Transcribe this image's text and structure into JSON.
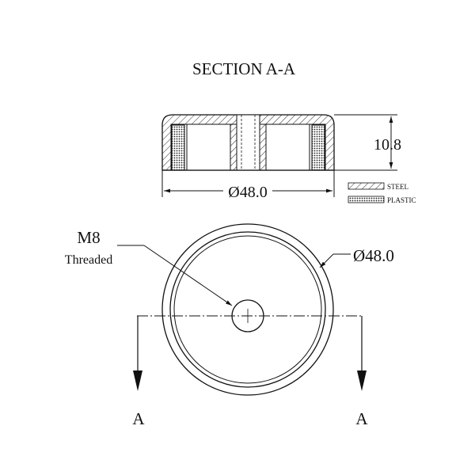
{
  "title": "SECTION A-A",
  "dimensions": {
    "height": "10.8",
    "section_diameter": "Ø48.0",
    "plan_diameter": "Ø48.0"
  },
  "legend": [
    {
      "label": "STEEL",
      "pattern": "hatch"
    },
    {
      "label": "PLASTIC",
      "pattern": "crosshatch"
    }
  ],
  "thread_callout": {
    "size": "M8",
    "note": "Threaded"
  },
  "section_markers": {
    "left": "A",
    "right": "A"
  }
}
